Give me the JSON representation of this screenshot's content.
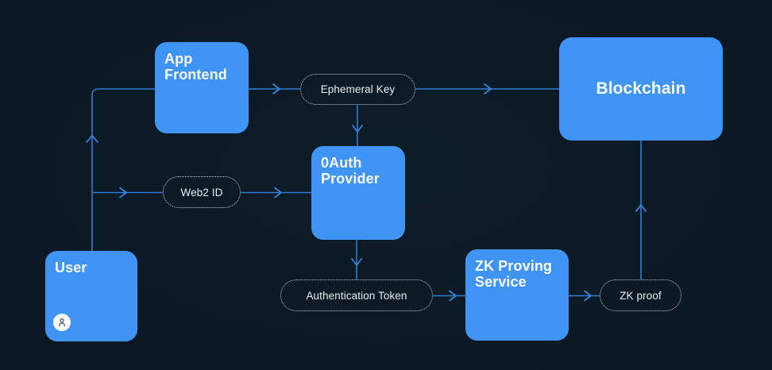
{
  "diagram": {
    "nodes": {
      "user": {
        "label": "User"
      },
      "app_frontend": {
        "label": "App Frontend"
      },
      "oauth_provider": {
        "label": "0Auth Provider"
      },
      "zk_proving_service": {
        "label": "ZK Proving Service"
      },
      "blockchain": {
        "label": "Blockchain"
      }
    },
    "pills": {
      "ephemeral_key": {
        "label": "Ephemeral Key"
      },
      "web2_id": {
        "label": "Web2 ID"
      },
      "authentication_token": {
        "label": "Authentication Token"
      },
      "zk_proof": {
        "label": "ZK proof"
      }
    },
    "icons": {
      "user_avatar": "person-icon"
    },
    "colors": {
      "background": "#0a1822",
      "node_fill": "#4094f5",
      "node_text": "#fafdff",
      "connector": "#2f7cd0",
      "arrowhead": "#3485dd",
      "pill_border": "#e4ecf2",
      "pill_text": "#e8edf1",
      "avatar_bg": "#ffffff",
      "avatar_glyph": "#44525c"
    }
  }
}
